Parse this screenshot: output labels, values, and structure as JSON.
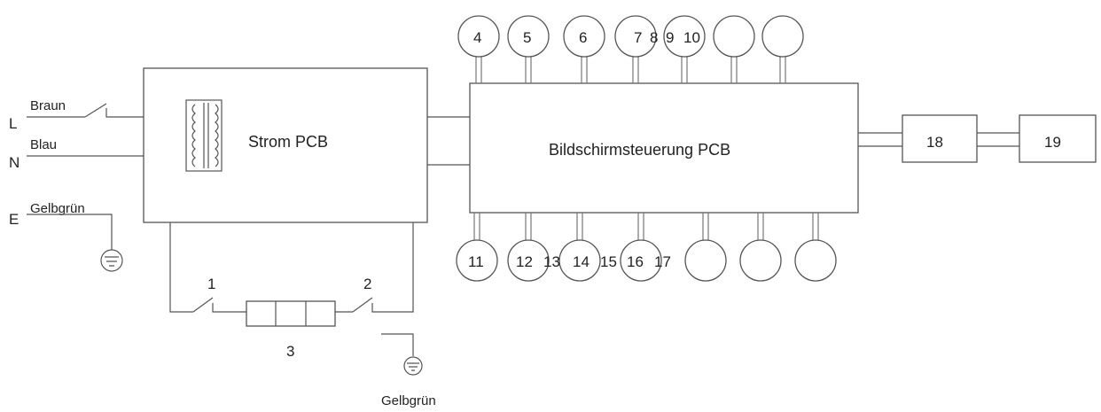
{
  "mains": {
    "L": "L",
    "N": "N",
    "E": "E",
    "wire_brown": "Braun",
    "wire_blue": "Blau",
    "wire_earth": "Gelbgrün"
  },
  "power_board": {
    "label": "Strom PCB"
  },
  "display_board": {
    "label": "Bildschirmsteuerung PCB"
  },
  "top_components": [
    "4",
    "5",
    "6",
    "7",
    "8",
    "9",
    "10"
  ],
  "bottom_components": [
    "11",
    "12",
    "13",
    "14",
    "15",
    "16",
    "17"
  ],
  "bottom_circuit": {
    "switch_1": "1",
    "switch_2": "2",
    "element_3": "3",
    "earth_label": "Gelbgrün"
  },
  "right_chain": {
    "box_18": "18",
    "box_19": "19"
  }
}
